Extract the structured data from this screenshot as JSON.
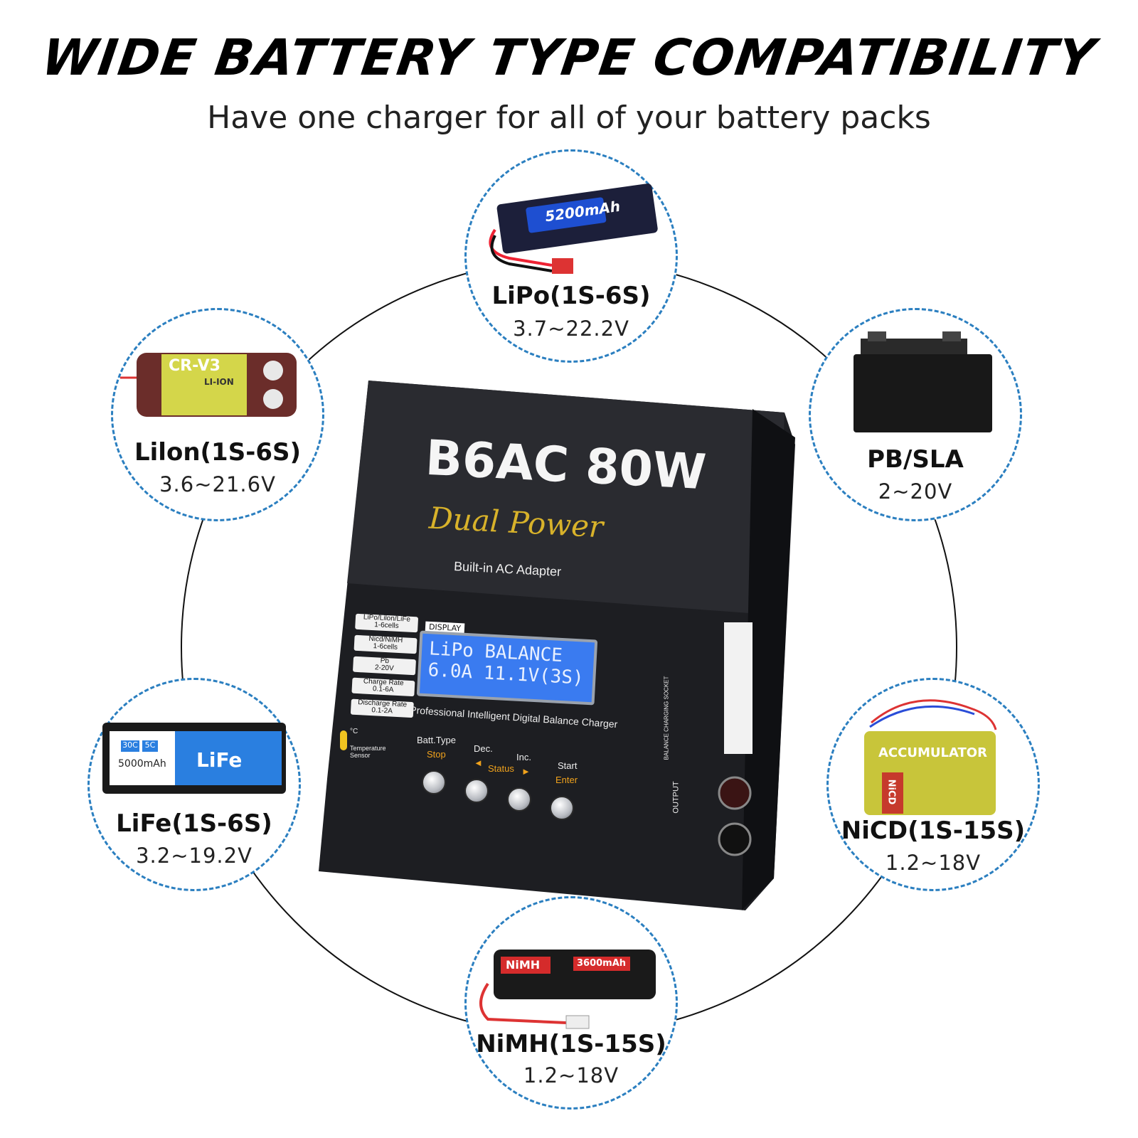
{
  "header": {
    "title": "WIDE BATTERY TYPE COMPATIBILITY",
    "subtitle": "Have one charger for all of your battery packs"
  },
  "batteries": [
    {
      "label": "LiPo(1S-6S)",
      "voltage": "3.7~22.2V",
      "badge": "5200mAh"
    },
    {
      "label": "Lilon(1S-6S)",
      "voltage": "3.6~21.6V",
      "badge": "CR-V3",
      "sub": "LI-ION"
    },
    {
      "label": "PB/SLA",
      "voltage": "2~20V"
    },
    {
      "label": "LiFe(1S-6S)",
      "voltage": "3.2~19.2V",
      "badge": "LiFe",
      "cap": "5000mAh",
      "c1": "30C",
      "c2": "5C"
    },
    {
      "label": "NiCD(1S-15S)",
      "voltage": "1.2~18V",
      "badge": "ACCUMULATOR",
      "side": "NiCD"
    },
    {
      "label": "NiMH(1S-15S)",
      "voltage": "1.2~18V",
      "badge": "NiMH",
      "cap": "3600mAh"
    }
  ],
  "charger": {
    "model": "B6AC 80W",
    "tagline": "Dual Power",
    "adapter": "Built-in AC Adapter",
    "display_tag": "DISPLAY",
    "lcd_line1": "LiPo BALANCE",
    "lcd_line2": "6.0A  11.1V(3S)",
    "caption": "Professional Intelligent Digital Balance Charger",
    "modes": [
      {
        "name": "LiPo/Lilon/LiFe",
        "range": "1-6cells"
      },
      {
        "name": "Nicd/NiMH",
        "range": "1-6cells"
      },
      {
        "name": "Pb",
        "range": "2-20V"
      },
      {
        "name": "Charge Rate",
        "range": "0.1-6A"
      },
      {
        "name": "Discharge Rate",
        "range": "0.1-2A"
      }
    ],
    "temp_label": "Temperature Sensor",
    "temp_unit": "°C",
    "buttons": [
      {
        "top": "Batt.Type",
        "bottom": "Stop"
      },
      {
        "top": "Dec.",
        "bottom": "◄"
      },
      {
        "top": "Inc.",
        "bottom": "►"
      },
      {
        "top": "Start",
        "bottom": "Enter"
      }
    ],
    "status_label": "Status",
    "output_label": "OUTPUT",
    "balance_label": "BALANCE CHARGING SOCKET"
  },
  "colors": {
    "dashed_circle": "#2b7fc0",
    "lcd": "#3a7bf0",
    "accent": "#f0a21c"
  }
}
